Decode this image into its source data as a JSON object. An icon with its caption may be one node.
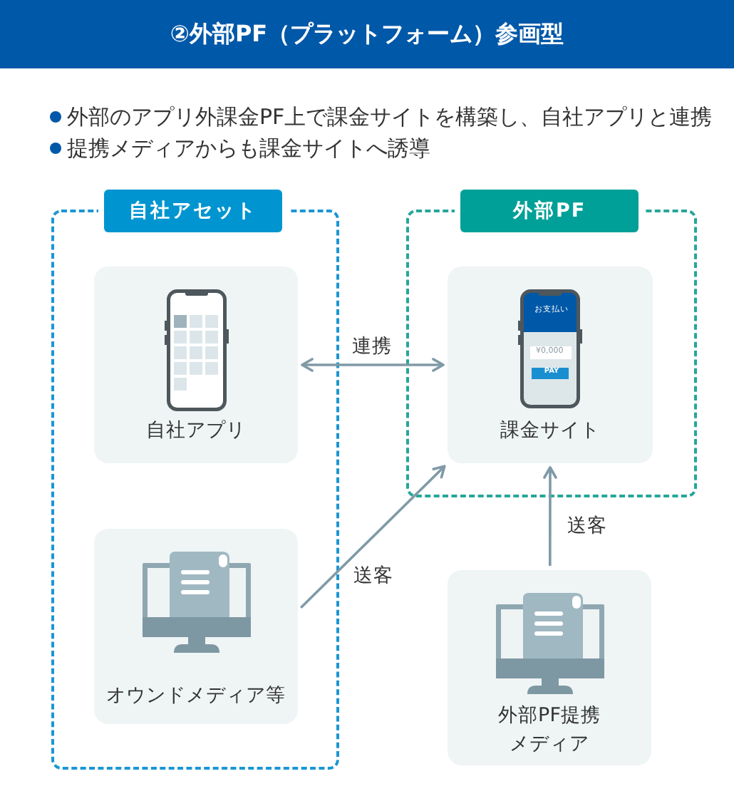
{
  "diagram": {
    "title": "②外部PF（プラットフォーム）参画型",
    "nodes": [
      {
        "text": [
          "自社アセット"
        ]
      },
      {
        "text": [
          "自社アプリ"
        ],
        "in": 0
      },
      {
        "text": [
          "オウンドメディア等"
        ],
        "in": 0
      },
      {
        "text": [
          "外部PF"
        ]
      },
      {
        "text": [
          "課金サイト"
        ],
        "in": 3
      },
      {
        "text": [
          "外部PF提携メディア"
        ]
      }
    ],
    "edges": [
      {
        "from": 1,
        "to": 4,
        "arrow": "both",
        "label": "連携"
      },
      {
        "from": 2,
        "to": 4,
        "arrow": "to",
        "label": "送客"
      },
      {
        "from": 5,
        "to": 4,
        "arrow": "to",
        "label": "送客"
      }
    ],
    "labels": [
      "外部のアプリ外課金PF上で課金サイトを構築し、自社アプリと連携",
      "提携メディアからも課金サイトへ誘導",
      "お支払い",
      "¥0,000",
      "PAY"
    ]
  }
}
